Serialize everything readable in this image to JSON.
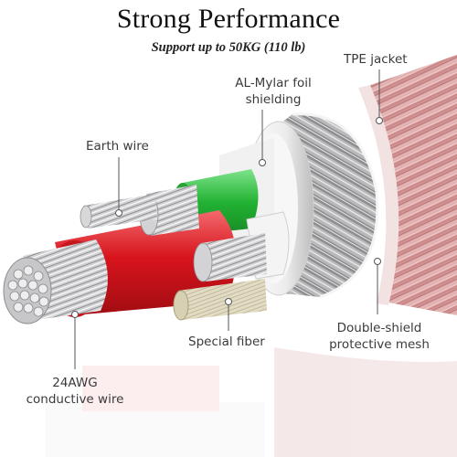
{
  "header": {
    "title": "Strong Performance",
    "subtitle": "Support up to 50KG (110 lb)"
  },
  "labels": {
    "tpe_jacket": "TPE jacket",
    "al_mylar_line1": "AL-Mylar foil",
    "al_mylar_line2": "shielding",
    "earth_wire": "Earth wire",
    "double_shield_line1": "Double-shield",
    "double_shield_line2": "protective mesh",
    "special_fiber": "Special fiber",
    "awg_line1": "24AWG",
    "awg_line2": "conductive wire"
  },
  "colors": {
    "jacket": "#d69a9a",
    "mesh": "#a9a9ab",
    "red_insulation": "#e0242c",
    "green_insulation": "#2fbf3e",
    "white_ring": "#f4f4f4",
    "copper": "#c9c9cc",
    "fiber": "#d9d2b8"
  }
}
